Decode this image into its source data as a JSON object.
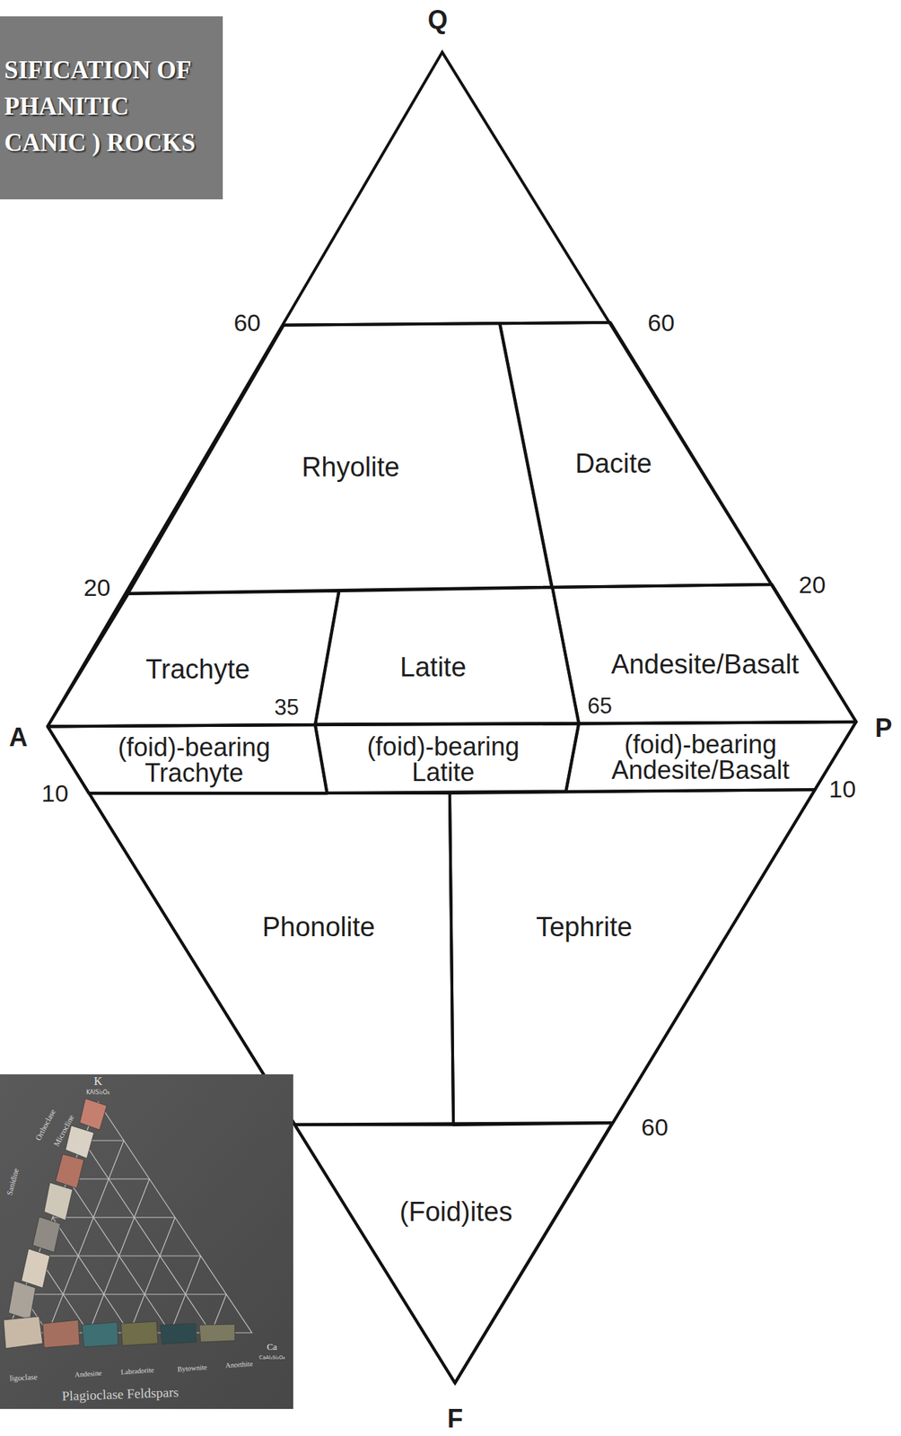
{
  "diagram": {
    "title": "SIFICATION OF PHANITIC CANIC ) ROCKS",
    "nodes": [
      {
        "text": [
          "Rhyolite"
        ]
      },
      {
        "text": [
          "Dacite"
        ]
      },
      {
        "text": [
          "Trachyte"
        ]
      },
      {
        "text": [
          "Latite"
        ]
      },
      {
        "text": [
          "Andesite/Basalt"
        ]
      },
      {
        "text": [
          "(foid)-bearing Trachyte"
        ]
      },
      {
        "text": [
          "(foid)-bearing Latite"
        ]
      },
      {
        "text": [
          "(foid)-bearing Andesite/Basalt"
        ]
      },
      {
        "text": [
          "Phonolite"
        ]
      },
      {
        "text": [
          "Tephrite"
        ]
      },
      {
        "text": [
          "(Foid)ites"
        ]
      }
    ],
    "labels": [
      "Q",
      "60",
      "60",
      "20",
      "20",
      "35",
      "65",
      "A",
      "P",
      "10",
      "10",
      "60",
      "F",
      "K",
      "KAlSi₃O₈",
      "Orthoclase",
      "Microcline",
      "Sanidine",
      "Ca",
      "CaAl₂Si₂O₈",
      "ligoclase",
      "Andesine",
      "Labradorite",
      "Bytownite",
      "Anorthite",
      "Plagioclase Feldspars"
    ]
  }
}
